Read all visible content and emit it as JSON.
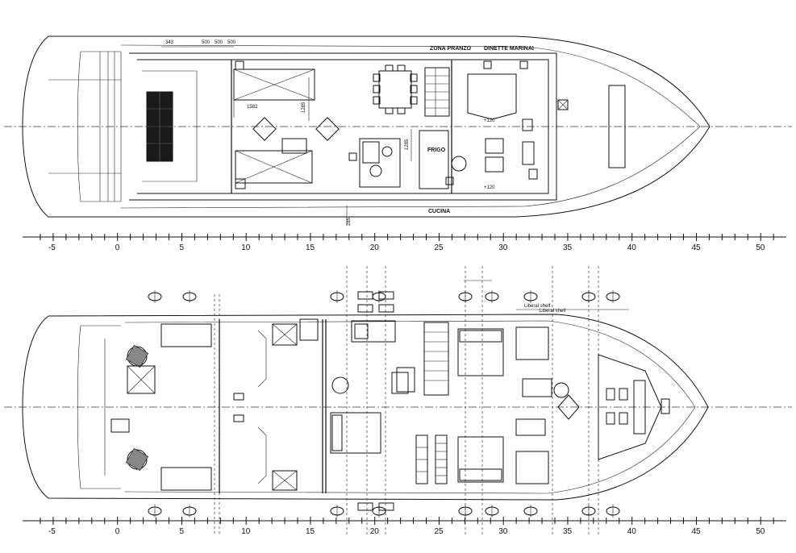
{
  "upper_deck": {
    "labels": {
      "zona_pranzo": "ZONA PRANZO",
      "dinette_marinai": "DINETTE MARINAI",
      "frigo": "FRIGO",
      "cucina": "CUCINA"
    },
    "dimensions": {
      "d343": "343",
      "d500a": "500",
      "d500b": "500",
      "d500c": "500",
      "d1582": "1582",
      "d1285": "1285",
      "d1285b": "1285",
      "d285": "285",
      "plus120a": "+120",
      "plus120b": "+120"
    }
  },
  "lower_deck": {
    "labels": {
      "label_a": "Liberal shelf",
      "label_b": "Liberal shelf"
    }
  },
  "scale": {
    "ticks": [
      "-5",
      "0",
      "5",
      "10",
      "15",
      "20",
      "25",
      "30",
      "35",
      "40",
      "45",
      "50"
    ]
  }
}
